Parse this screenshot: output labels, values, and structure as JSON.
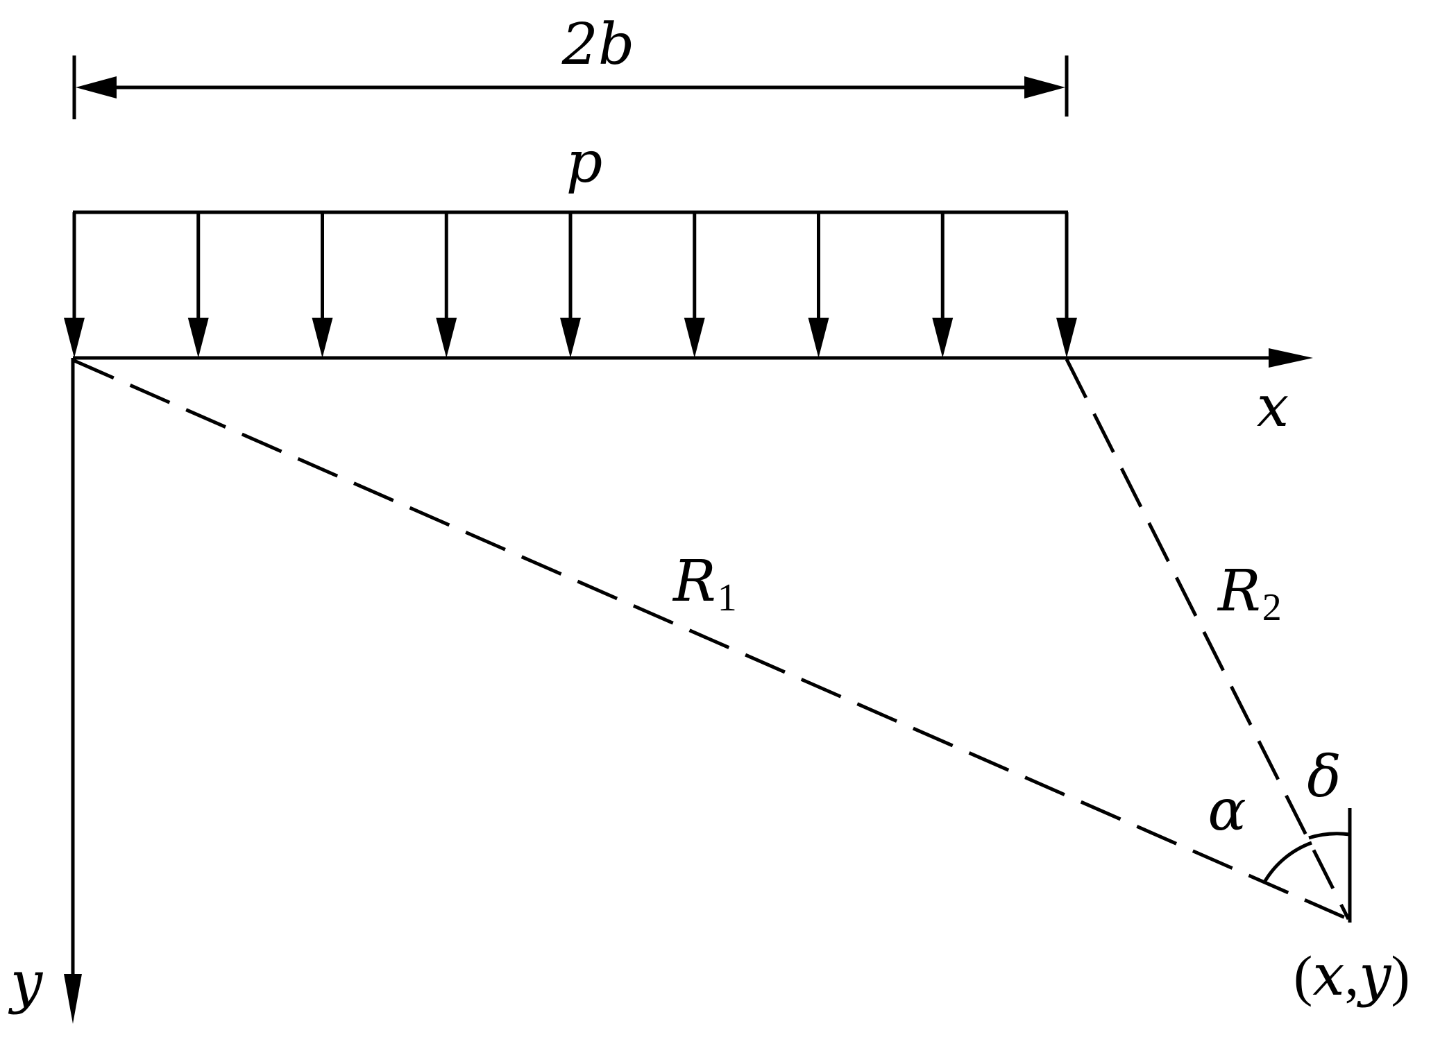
{
  "labels": {
    "width": "2b",
    "load": "p",
    "x_axis": "x",
    "y_axis": "y",
    "r1_main": "R",
    "r1_sub": "1",
    "r2_main": "R",
    "r2_sub": "2",
    "alpha": "α",
    "delta": "δ",
    "point_open": "(",
    "point_x": "x",
    "point_comma": ",",
    "point_y": "y",
    "point_close": ")"
  },
  "load_arrow_count": 9,
  "colors": {
    "stroke": "#000000",
    "background": "#ffffff"
  }
}
